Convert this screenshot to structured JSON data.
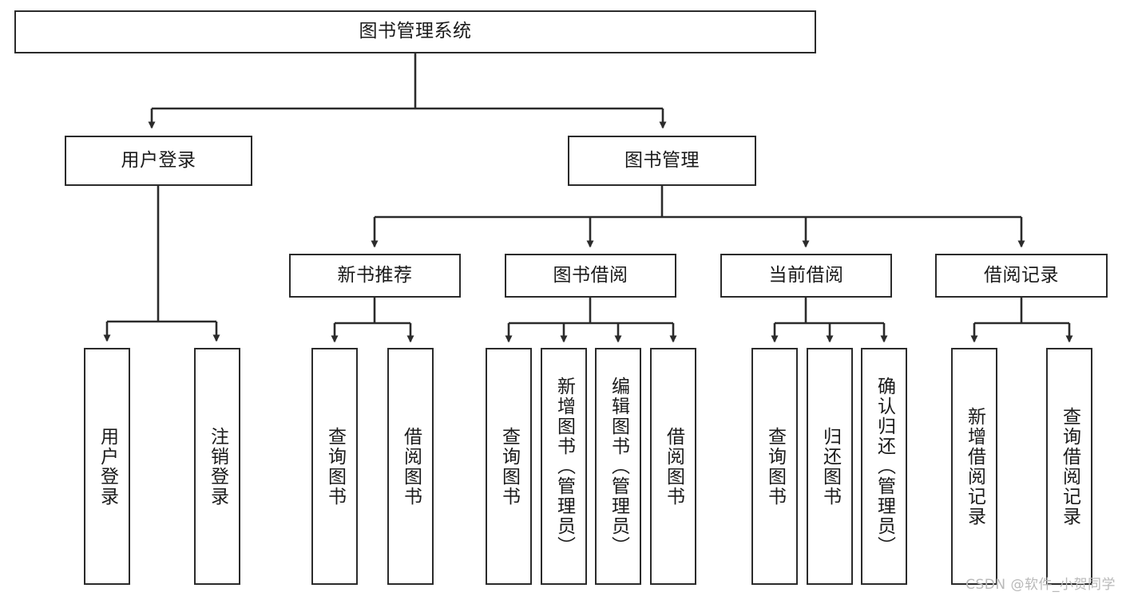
{
  "diagram": {
    "title": "图书管理系统",
    "type": "tree",
    "colors": {
      "box_border": "#2b2b2b",
      "box_fill": "#ffffff",
      "connector": "#2b2b2b",
      "text": "#1a1a1a",
      "watermark": "#b9b9b9",
      "background": "#ffffff"
    },
    "watermark": "CSDN @软件_小贺同学",
    "nodes": {
      "root": {
        "label": "图书管理系统"
      },
      "level2": [
        {
          "id": "user-login",
          "label": "用户登录"
        },
        {
          "id": "book-manage",
          "label": "图书管理"
        }
      ],
      "level3": [
        {
          "id": "new-book-recommend",
          "label": "新书推荐"
        },
        {
          "id": "book-borrow",
          "label": "图书借阅"
        },
        {
          "id": "current-borrow",
          "label": "当前借阅"
        },
        {
          "id": "borrow-record",
          "label": "借阅记录"
        }
      ],
      "leaves": {
        "user-login": [
          {
            "id": "leaf-user-login",
            "label": "用户登录"
          },
          {
            "id": "leaf-logout-login",
            "label": "注销登录"
          }
        ],
        "new-book-recommend": [
          {
            "id": "leaf-query-book-1",
            "label": "查询图书"
          },
          {
            "id": "leaf-borrow-book-1",
            "label": "借阅图书"
          }
        ],
        "book-borrow": [
          {
            "id": "leaf-query-book-2",
            "label": "查询图书"
          },
          {
            "id": "leaf-add-book-admin",
            "label": "新增图书（管理员）"
          },
          {
            "id": "leaf-edit-book-admin",
            "label": "编辑图书（管理员）"
          },
          {
            "id": "leaf-borrow-book-2",
            "label": "借阅图书"
          }
        ],
        "current-borrow": [
          {
            "id": "leaf-query-book-3",
            "label": "查询图书"
          },
          {
            "id": "leaf-return-book",
            "label": "归还图书"
          },
          {
            "id": "leaf-confirm-return-admin",
            "label": "确认归还（管理员）"
          }
        ],
        "borrow-record": [
          {
            "id": "leaf-add-borrow-record",
            "label": "新增借阅记录"
          },
          {
            "id": "leaf-query-borrow-record",
            "label": "查询借阅记录"
          }
        ]
      }
    }
  }
}
